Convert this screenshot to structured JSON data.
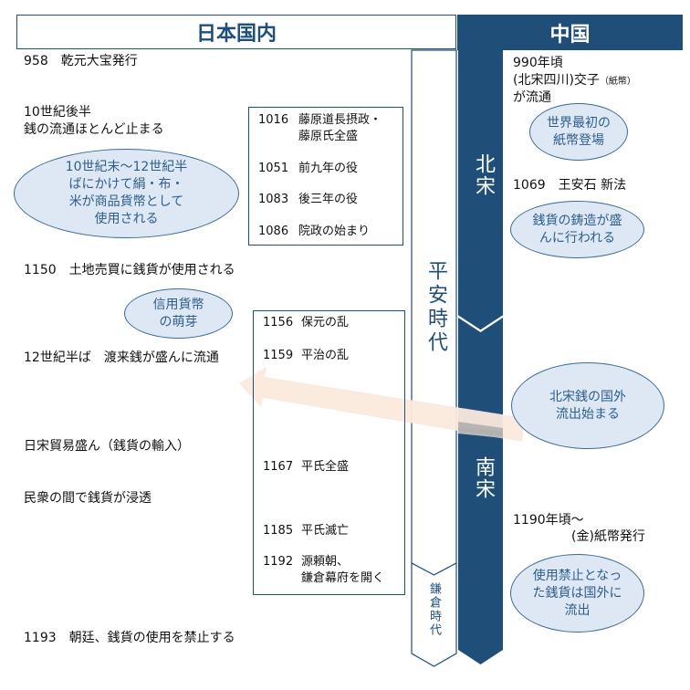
{
  "headers": {
    "japan": "日本国内",
    "china": "中国"
  },
  "eras": {
    "heian": "平安時代",
    "kamakura": "鎌倉時代",
    "northern_song": "北宋",
    "southern_song": "南宋"
  },
  "japan_events": [
    "958　乾元大宝発行",
    "10世紀後半",
    "銭の流通ほとんど止まる",
    "1150　土地売買に銭貨が使用される",
    "12世紀半ば　渡来銭が盛んに流通",
    "日宋貿易盛ん（銭貨の輸入）",
    "民衆の間で銭貨が浸透",
    "1193　朝廷、銭貨の使用を禁止する"
  ],
  "japan_notes": [
    "10世紀末〜12世紀半\nばにかけて絹・布・\n米が商品貨幣として\n使用される",
    "信用貨幣\nの萌芽"
  ],
  "politics_box1": [
    {
      "year": "1016",
      "text": "藤原道長摂政・\n藤原氏全盛"
    },
    {
      "year": "1051",
      "text": "前九年の役"
    },
    {
      "year": "1083",
      "text": "後三年の役"
    },
    {
      "year": "1086",
      "text": "院政の始まり"
    }
  ],
  "politics_box2": [
    {
      "year": "1156",
      "text": "保元の乱"
    },
    {
      "year": "1159",
      "text": "平治の乱"
    },
    {
      "year": "1167",
      "text": "平氏全盛"
    },
    {
      "year": "1185",
      "text": "平氏滅亡"
    },
    {
      "year": "1192",
      "text": "源頼朝、\n鎌倉幕府を開く"
    }
  ],
  "china_events": {
    "e990_a": "990年頃",
    "e990_b": "(北宋四川)交子",
    "e990_small": "（紙幣）",
    "e990_c": "が流通",
    "e1069": "1069　王安石  新法",
    "e1190_a": "1190年頃〜",
    "e1190_b": "(金)紙幣発行"
  },
  "china_notes": [
    "世界最初の\n紙幣登場",
    "銭貨の鋳造が盛\nんに行われる",
    "北宋銭の国外\n流出始まる",
    "使用禁止となっ\nた銭貨は国外に\n流出"
  ],
  "colors": {
    "navy": "#1f4e79",
    "bubble": "#dde8f4",
    "arrow": "#fbe9dc"
  }
}
